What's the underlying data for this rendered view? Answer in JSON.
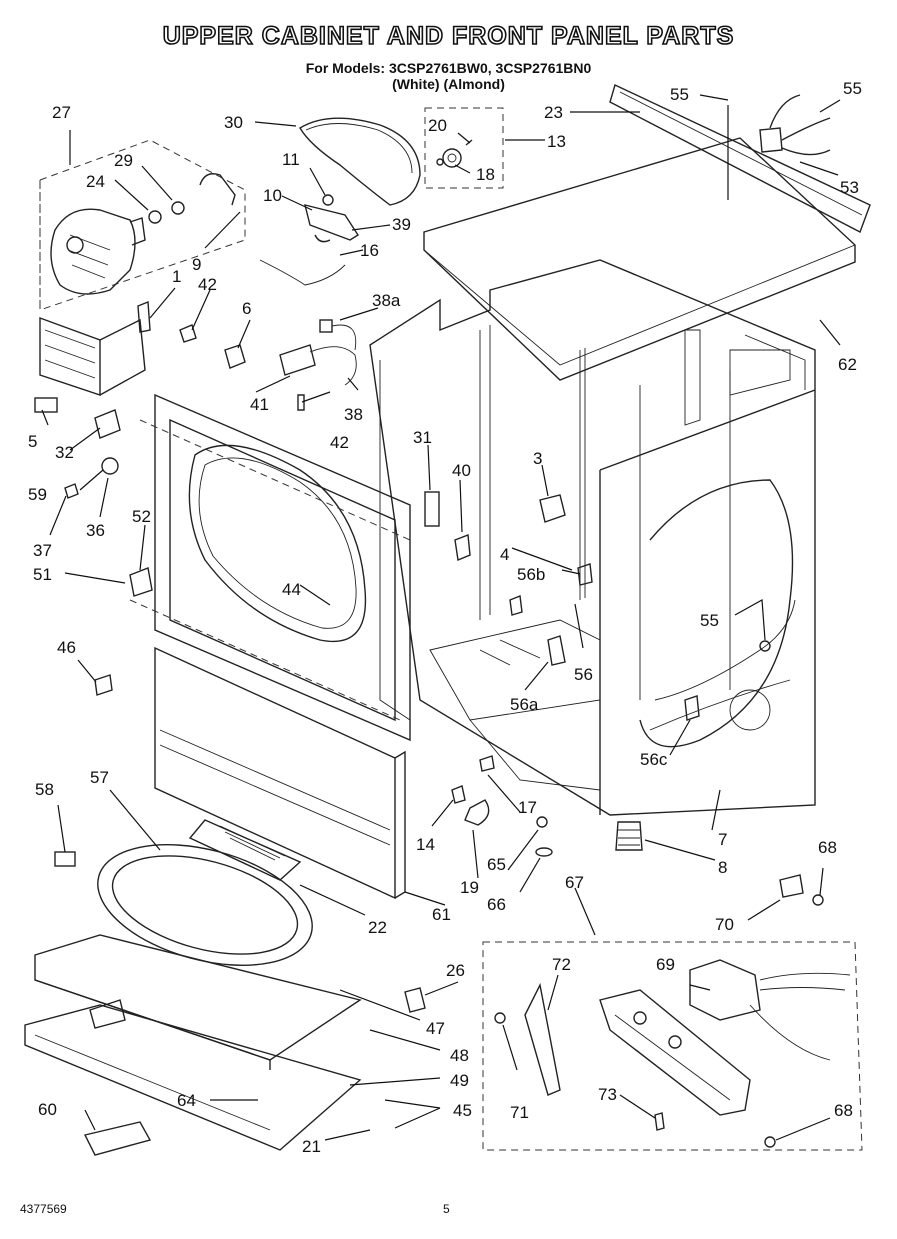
{
  "header": {
    "title": "UPPER CABINET AND FRONT PANEL PARTS",
    "models_line": "For Models: 3CSP2761BW0, 3CSP2761BN0",
    "colors_line": "(White)     (Almond)"
  },
  "footer": {
    "doc_number": "4377569",
    "page_number": "5"
  },
  "callouts": [
    "1",
    "3",
    "4",
    "5",
    "6",
    "7",
    "8",
    "9",
    "10",
    "11",
    "13",
    "14",
    "16",
    "17",
    "18",
    "19",
    "20",
    "21",
    "22",
    "23",
    "24",
    "26",
    "27",
    "29",
    "30",
    "31",
    "32",
    "36",
    "37",
    "38",
    "38a",
    "39",
    "40",
    "41",
    "42",
    "44",
    "45",
    "46",
    "47",
    "48",
    "49",
    "51",
    "52",
    "53",
    "55",
    "56",
    "56a",
    "56b",
    "56c",
    "57",
    "58",
    "59",
    "60",
    "61",
    "62",
    "64",
    "65",
    "66",
    "67",
    "68",
    "69",
    "70",
    "71",
    "72",
    "73"
  ]
}
